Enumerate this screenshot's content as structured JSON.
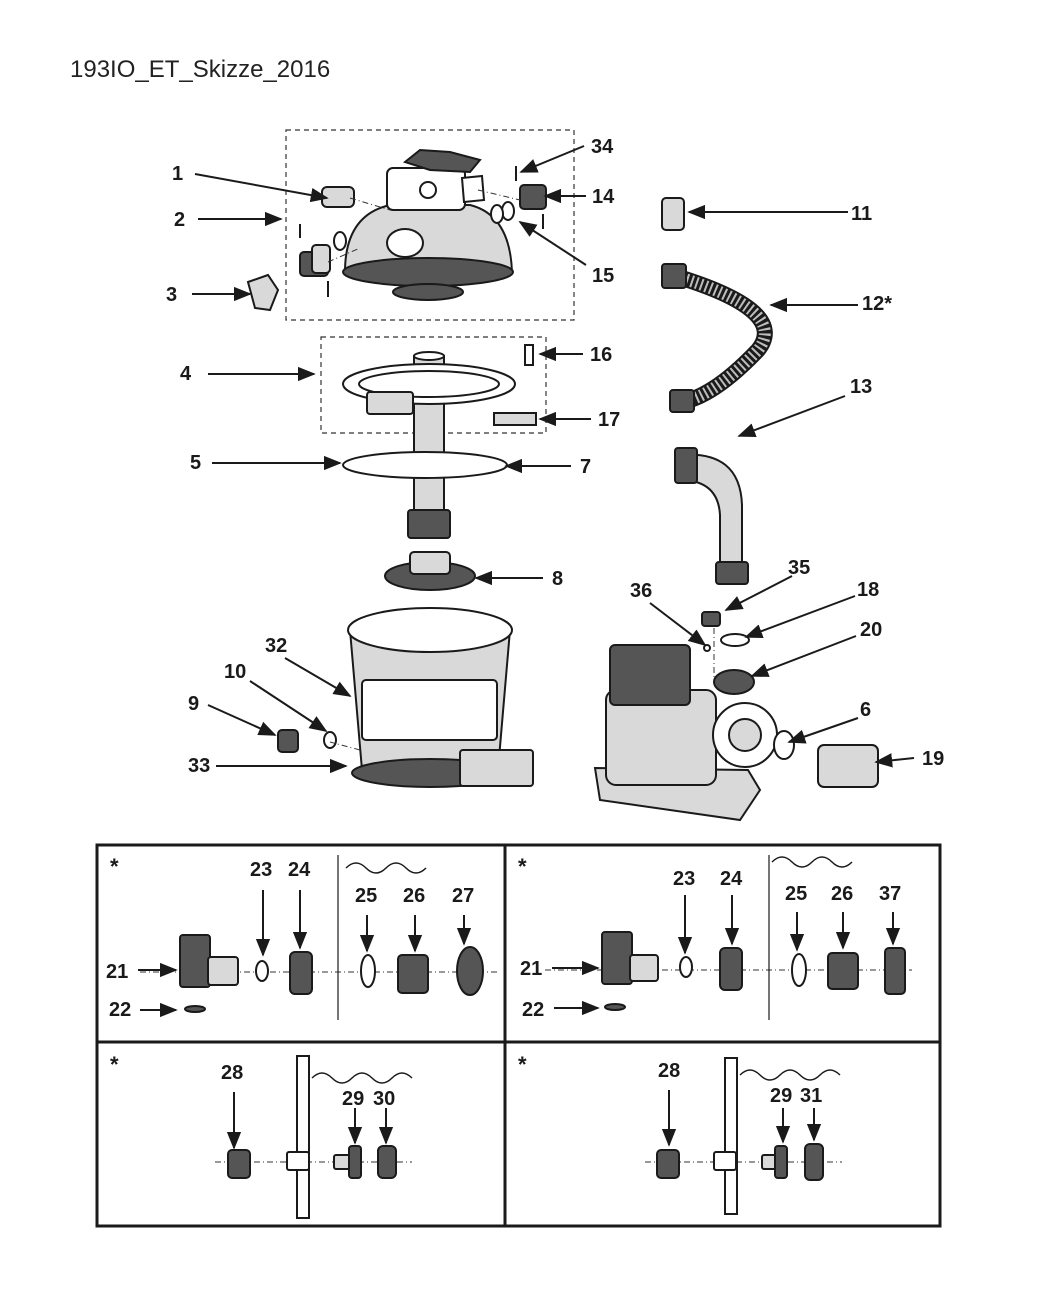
{
  "title": "193IO_ET_Skizze_2016",
  "asterisk": "*",
  "labels": {
    "p1": "1",
    "p2": "2",
    "p3": "3",
    "p4": "4",
    "p5": "5",
    "p6": "6",
    "p7": "7",
    "p8": "8",
    "p9": "9",
    "p10": "10",
    "p11": "11",
    "p12": "12*",
    "p13": "13",
    "p14": "14",
    "p15": "15",
    "p16": "16",
    "p17": "17",
    "p18": "18",
    "p19": "19",
    "p20": "20",
    "p32": "32",
    "p33": "33",
    "p34": "34",
    "p35": "35",
    "p36": "36"
  },
  "panels": {
    "a": {
      "l21": "21",
      "l22": "22",
      "l23": "23",
      "l24": "24",
      "l25": "25",
      "l26": "26",
      "l27": "27"
    },
    "b": {
      "l21": "21",
      "l22": "22",
      "l23": "23",
      "l24": "24",
      "l25": "25",
      "l26": "26",
      "l37": "37"
    },
    "c": {
      "l28": "28",
      "l29": "29",
      "l30": "30"
    },
    "d": {
      "l28": "28",
      "l29": "29",
      "l31": "31"
    }
  }
}
